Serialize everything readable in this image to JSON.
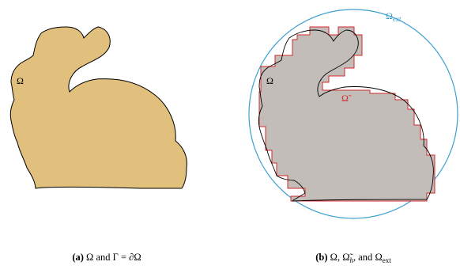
{
  "panel_a": {
    "region_label": "Ω",
    "caption": {
      "tag": "(a)",
      "omega": "Ω",
      "and": " and ",
      "gamma_eq": "Γ = ∂Ω"
    },
    "shape_fill": "#e1bf7d",
    "outline_color": "#000000"
  },
  "panel_b": {
    "region_label": "Ω",
    "approx_label": "Ω̃",
    "ext_label_base": "Ω",
    "ext_label_sub": "ext",
    "caption": {
      "tag": "(b)",
      "omega": "Ω, ",
      "omega_tilde": "Ω̃",
      "h_sub": "h",
      "and": ", and ",
      "omega_ext": "Ω",
      "ext_sub": "ext"
    },
    "fill_color": "#c2bdb8",
    "approx_color": "#d62728",
    "circle_color": "#3ca0cf",
    "outline_color": "#000000"
  }
}
